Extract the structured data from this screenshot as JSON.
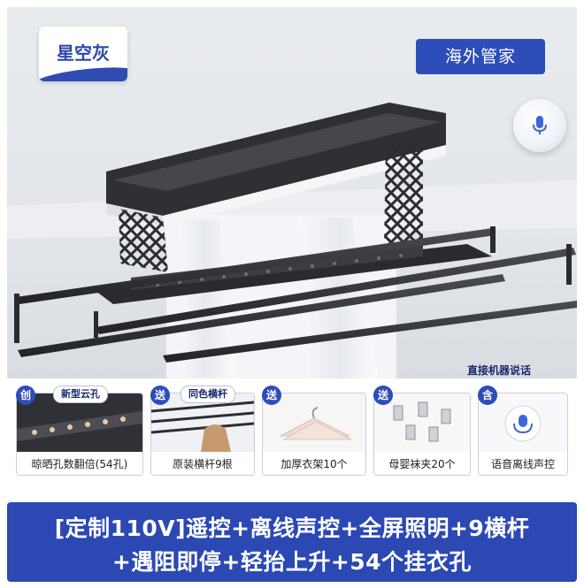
{
  "color_badge": "星空灰",
  "brand_tag": "海外管家",
  "voice_hint": "直接机器说话",
  "cards": [
    {
      "tag": "创",
      "pill": "新型云孔",
      "caption": "晾晒孔数翻倍(54孔)"
    },
    {
      "tag": "送",
      "pill": "同色横杆",
      "caption": "原装横杆9根"
    },
    {
      "tag": "送",
      "pill": "",
      "caption": "加厚衣架10个"
    },
    {
      "tag": "送",
      "pill": "",
      "caption": "母婴袜夹20个"
    },
    {
      "tag": "含",
      "pill": "",
      "caption": "语音离线声控"
    }
  ],
  "banner": {
    "line1": "[定制110V]遥控+离线声控+全屏照明+9横杆",
    "line2": "+遇阻即停+轻抬上升+54个挂衣孔"
  },
  "colors": {
    "brand_blue": "#2d4db8",
    "product_dark": "#2f3034",
    "light_panel": "#f4f5f7"
  }
}
